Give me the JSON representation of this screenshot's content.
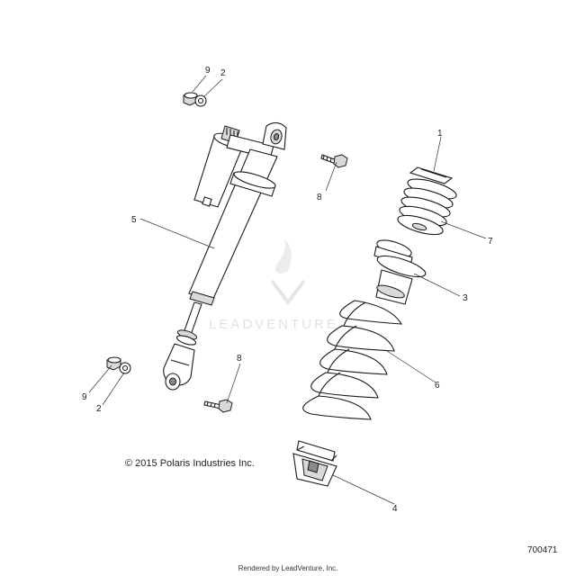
{
  "copyright": "© 2015 Polaris Industries Inc.",
  "figure_number": "700471",
  "rendered_by": "Rendered by LeadVenture, Inc.",
  "watermark": "LEADVENTURE",
  "callouts": {
    "top_nut": "9",
    "top_washer": "2",
    "spring_retainer": "1",
    "bolt_top": "8",
    "shock_body": "5",
    "bumper": "7",
    "spring_adapter": "3",
    "spring": "6",
    "bottom_nut": "9",
    "bottom_washer": "2",
    "bolt_bottom": "8",
    "lower_retainer": "4"
  }
}
